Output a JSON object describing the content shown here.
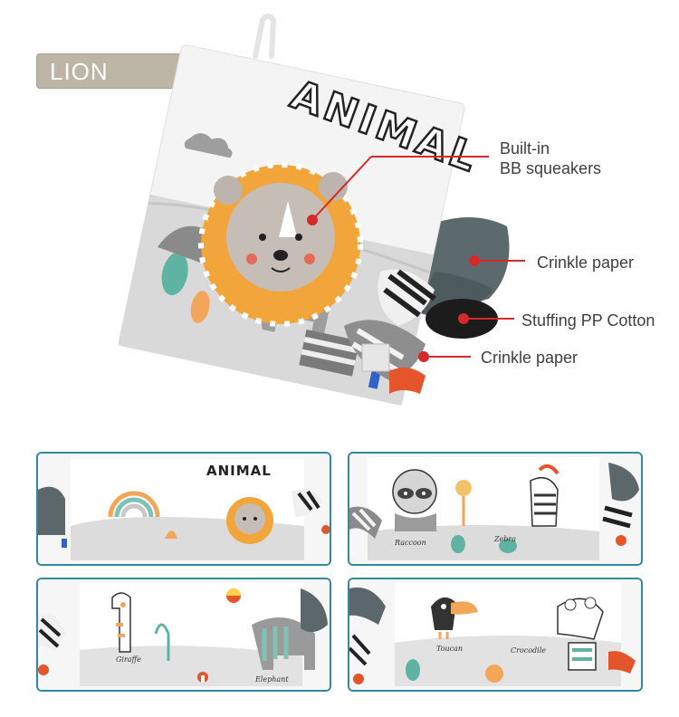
{
  "badge": {
    "label": "LION"
  },
  "book": {
    "cover_title": "ANIMAL"
  },
  "callouts": [
    {
      "line1": "Built-in",
      "line2": "BB squeakers"
    },
    {
      "line1": "Crinkle paper"
    },
    {
      "line1": "Stuffing PP Cotton"
    },
    {
      "line1": "Crinkle paper"
    }
  ],
  "thumbnails": [
    {
      "title": "ANIMAL"
    },
    {
      "left_label": "Raccoon",
      "right_label": "Zebra"
    },
    {
      "left_label": "Giraffe",
      "right_label": "Elephant"
    },
    {
      "left_label": "Toucan",
      "right_label": "Crocodile"
    }
  ],
  "colors": {
    "callout_line": "#d42a2a",
    "frame": "#2f8a9c",
    "badge_bg": "#bdb6a6"
  }
}
